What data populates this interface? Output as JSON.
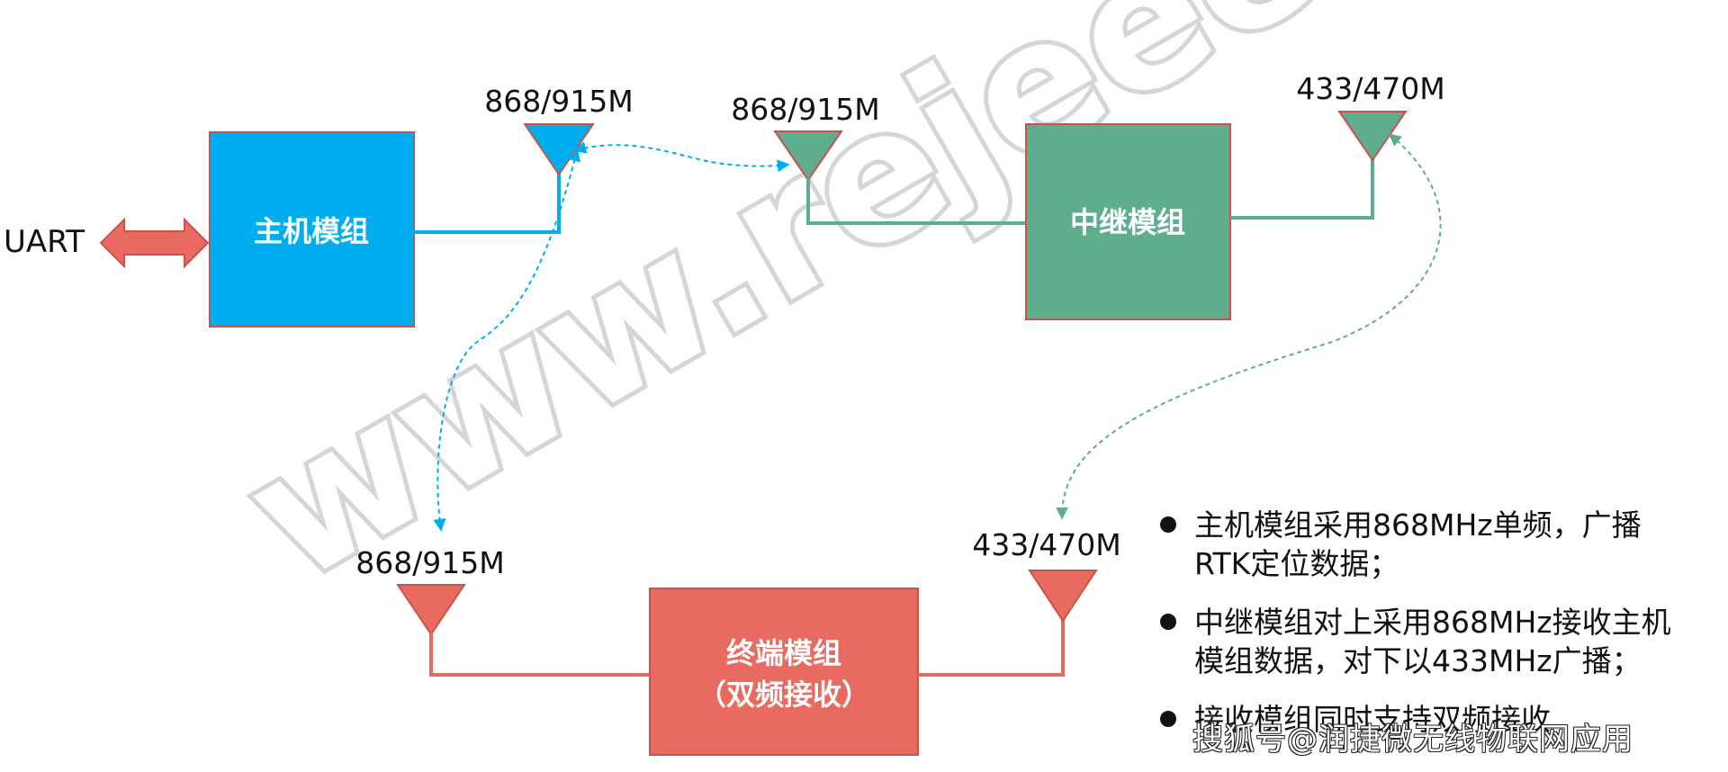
{
  "uart_label": "UART",
  "colors": {
    "host": "#00AEEF",
    "relay": "#5FAD8F",
    "terminal": "#E86A60",
    "arrow": "#E86A60",
    "link_blue": "#00AEEF",
    "link_green": "#5FAD8F",
    "watermark": "#D6D6D6"
  },
  "modules": {
    "host": {
      "label": "主机模组"
    },
    "relay": {
      "label": "中继模组"
    },
    "terminal": {
      "label_line1": "终端模组",
      "label_line2": "（双频接收）"
    }
  },
  "antennas": {
    "host_868": "868/915M",
    "relay_868": "868/915M",
    "relay_433": "433/470M",
    "terminal_868": "868/915M",
    "terminal_433": "433/470M"
  },
  "notes": [
    {
      "line1": "主机模组采用868MHz单频，广播",
      "line2": "RTK定位数据；"
    },
    {
      "line1": "中继模组对上采用868MHz接收主机",
      "line2": "模组数据，对下以433MHz广播；"
    },
    {
      "line1": "接收模组同时支持双频接收",
      "line2": ""
    }
  ],
  "watermarks": {
    "site": "www.rejeee.com",
    "credit": "搜狐号@润捷微无线物联网应用"
  }
}
